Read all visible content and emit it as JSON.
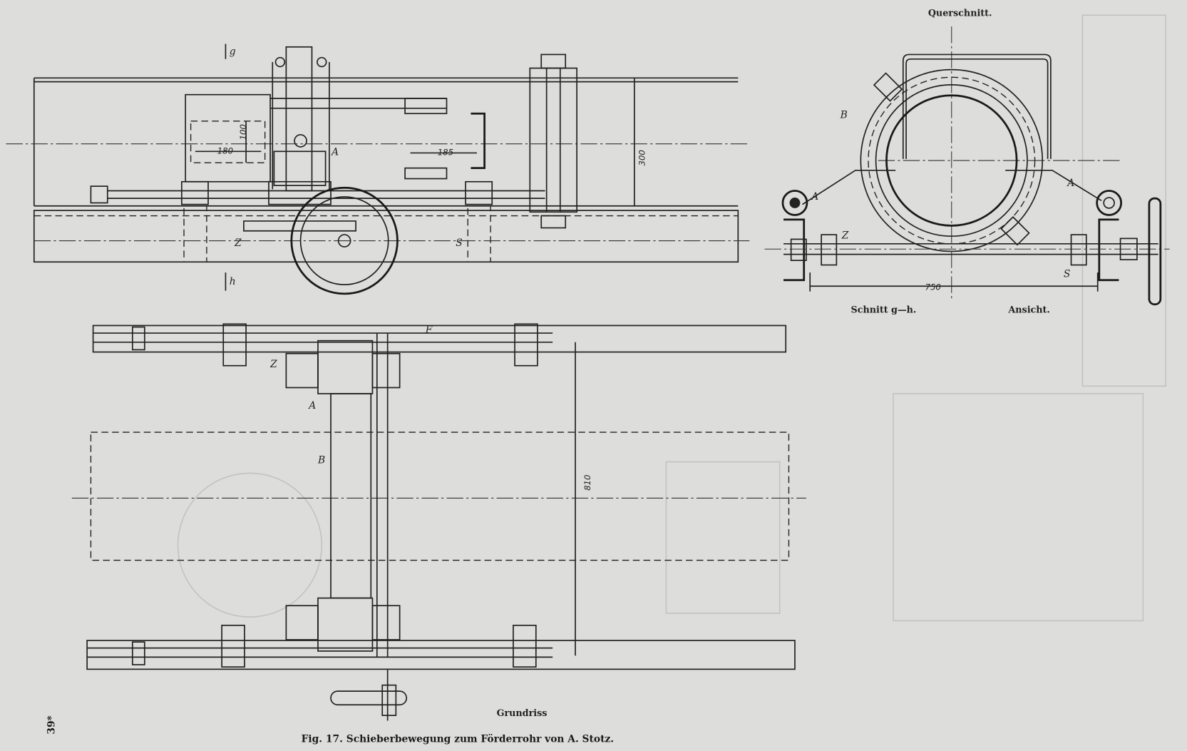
{
  "figure": {
    "caption": "Fig. 17.  Schieberbewegung zum Förderrohr von A. Stotz.",
    "page_number": "39*"
  },
  "views": {
    "cross_section_title": "Querschnitt.",
    "section_label": "Schnitt g—h.",
    "view_label": "Ansicht.",
    "plan_label": "Grundriss"
  },
  "dimensions": {
    "d180": "180",
    "d100": "100",
    "d185": "185",
    "d300": "300",
    "d750": "750",
    "d810": "810"
  },
  "part_letters": {
    "g": "g",
    "h": "h",
    "a": "A",
    "b": "B",
    "f": "F",
    "z": "Z",
    "s": "S"
  }
}
